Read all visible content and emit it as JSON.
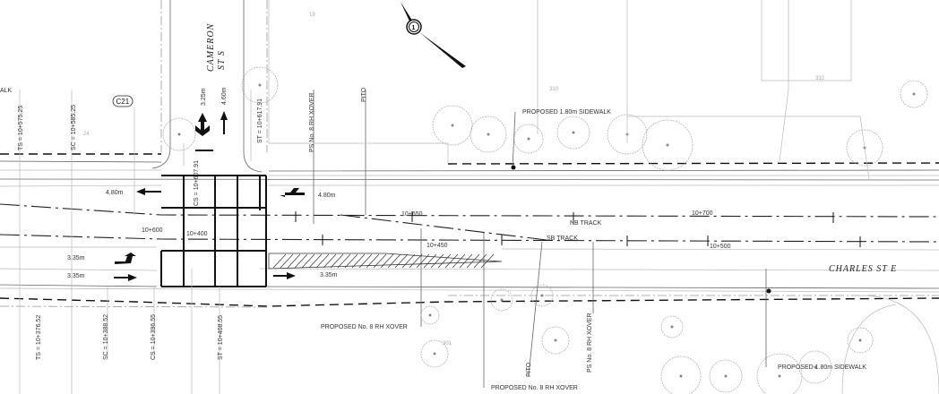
{
  "drawing": {
    "streets": {
      "cameron_line1": "CAMERON",
      "cameron_line2": "ST S",
      "charles": "CHARLES ST E"
    },
    "callout": "C21",
    "partial_label": "ALK",
    "lot_numbers": [
      "19",
      "310",
      "332",
      "301",
      "24"
    ],
    "stations": {
      "ts_top": "TS = 10+575.25",
      "sc_top": "SC = 10+585.25",
      "st_top": "ST = 10+617.91",
      "cs_top": "CS = 10+607.91",
      "ts_bottom": "TS = 10+376.52",
      "sc_bottom": "SC = 10+388.52",
      "cs_bottom": "CS = 10+396.55",
      "st_bottom": "ST = 10+408.55"
    },
    "chainage": [
      "10+600",
      "10+400",
      "10+650",
      "10+700",
      "10+450",
      "10+500"
    ],
    "tracks": {
      "nb": "NB TRACK",
      "sb": "SB TRACK"
    },
    "dimensions": {
      "w325": "3.25m",
      "w460": "4.60m",
      "w480a": "4.80m",
      "w480b": "4.80m",
      "w335a": "3.35m",
      "w335b": "3.35m",
      "w335c": "3.35m"
    },
    "notes": {
      "ps_xover_top": "PS No. 8 RH XOVER",
      "pito_top": "PITO",
      "sidewalk_top": "PROPOSED 1.80m SIDEWALK",
      "xover_left": "PROPOSED No. 8 RH XOVER",
      "pito_bottom": "PITO",
      "ps_xover_bottom": "PS No. 8 RH XOVER",
      "xover_bottom": "PROPOSED No. 8 RH XOVER",
      "sidewalk_bottom": "PROPOSED 1.80m SIDEWALK"
    },
    "north_arrow": "1"
  }
}
